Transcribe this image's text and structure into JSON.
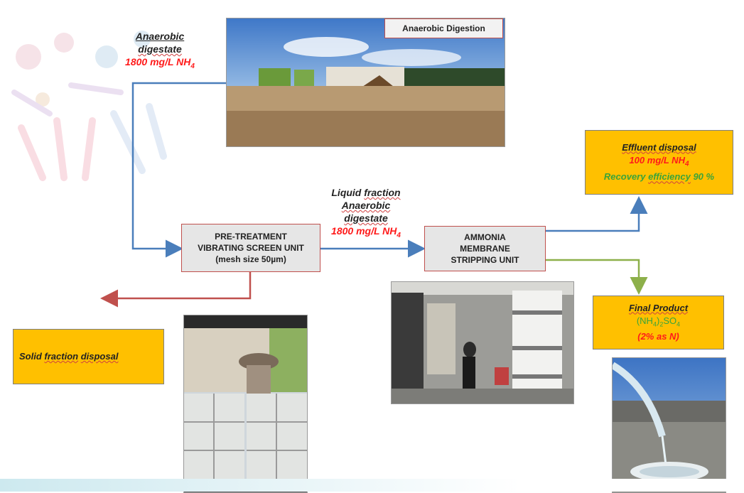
{
  "photo_label": "Anaerobic Digestion",
  "digestate_label": {
    "line1": "Anaerobic",
    "line2": "digestate",
    "conc_value": "1800 mg/L NH",
    "conc_sub": "4"
  },
  "pretreatment": {
    "line1": "PRE-TREATMENT",
    "line2": "VIBRATING SCREEN UNIT",
    "line3": "(mesh size 50µm)"
  },
  "liquid_label": {
    "line1a": "Liquid ",
    "line1b": "fraction",
    "line2": "Anaerobic",
    "line3": "digestate",
    "conc_value": "1800 mg/L NH",
    "conc_sub": "4"
  },
  "stripping": {
    "line1": "AMMONIA",
    "line2": "MEMBRANE",
    "line3": "STRIPPING  UNIT"
  },
  "effluent": {
    "title": "Effluent disposal",
    "conc_value": "100 mg/L NH",
    "conc_sub": "4",
    "eff_a": "Recovery ",
    "eff_b": "efficiency",
    "eff_c": " 90 %"
  },
  "final_product": {
    "title": "Final Product",
    "formula_a": "(NH",
    "formula_sub1": "4",
    "formula_b": ")",
    "formula_sub2": "2",
    "formula_c": "SO",
    "formula_sub3": "4",
    "note": "(2% as N)"
  },
  "solid": {
    "word1": "Solid",
    "word2": "fraction",
    "word3": "disposal"
  },
  "colors": {
    "blue_arrow": "#4a7ebb",
    "red_arrow": "#c0504d",
    "green_arrow": "#8db04a",
    "orange_box": "#ffc000",
    "concentration_red": "#ff1a1a",
    "efficiency_green": "#3aa43a"
  }
}
